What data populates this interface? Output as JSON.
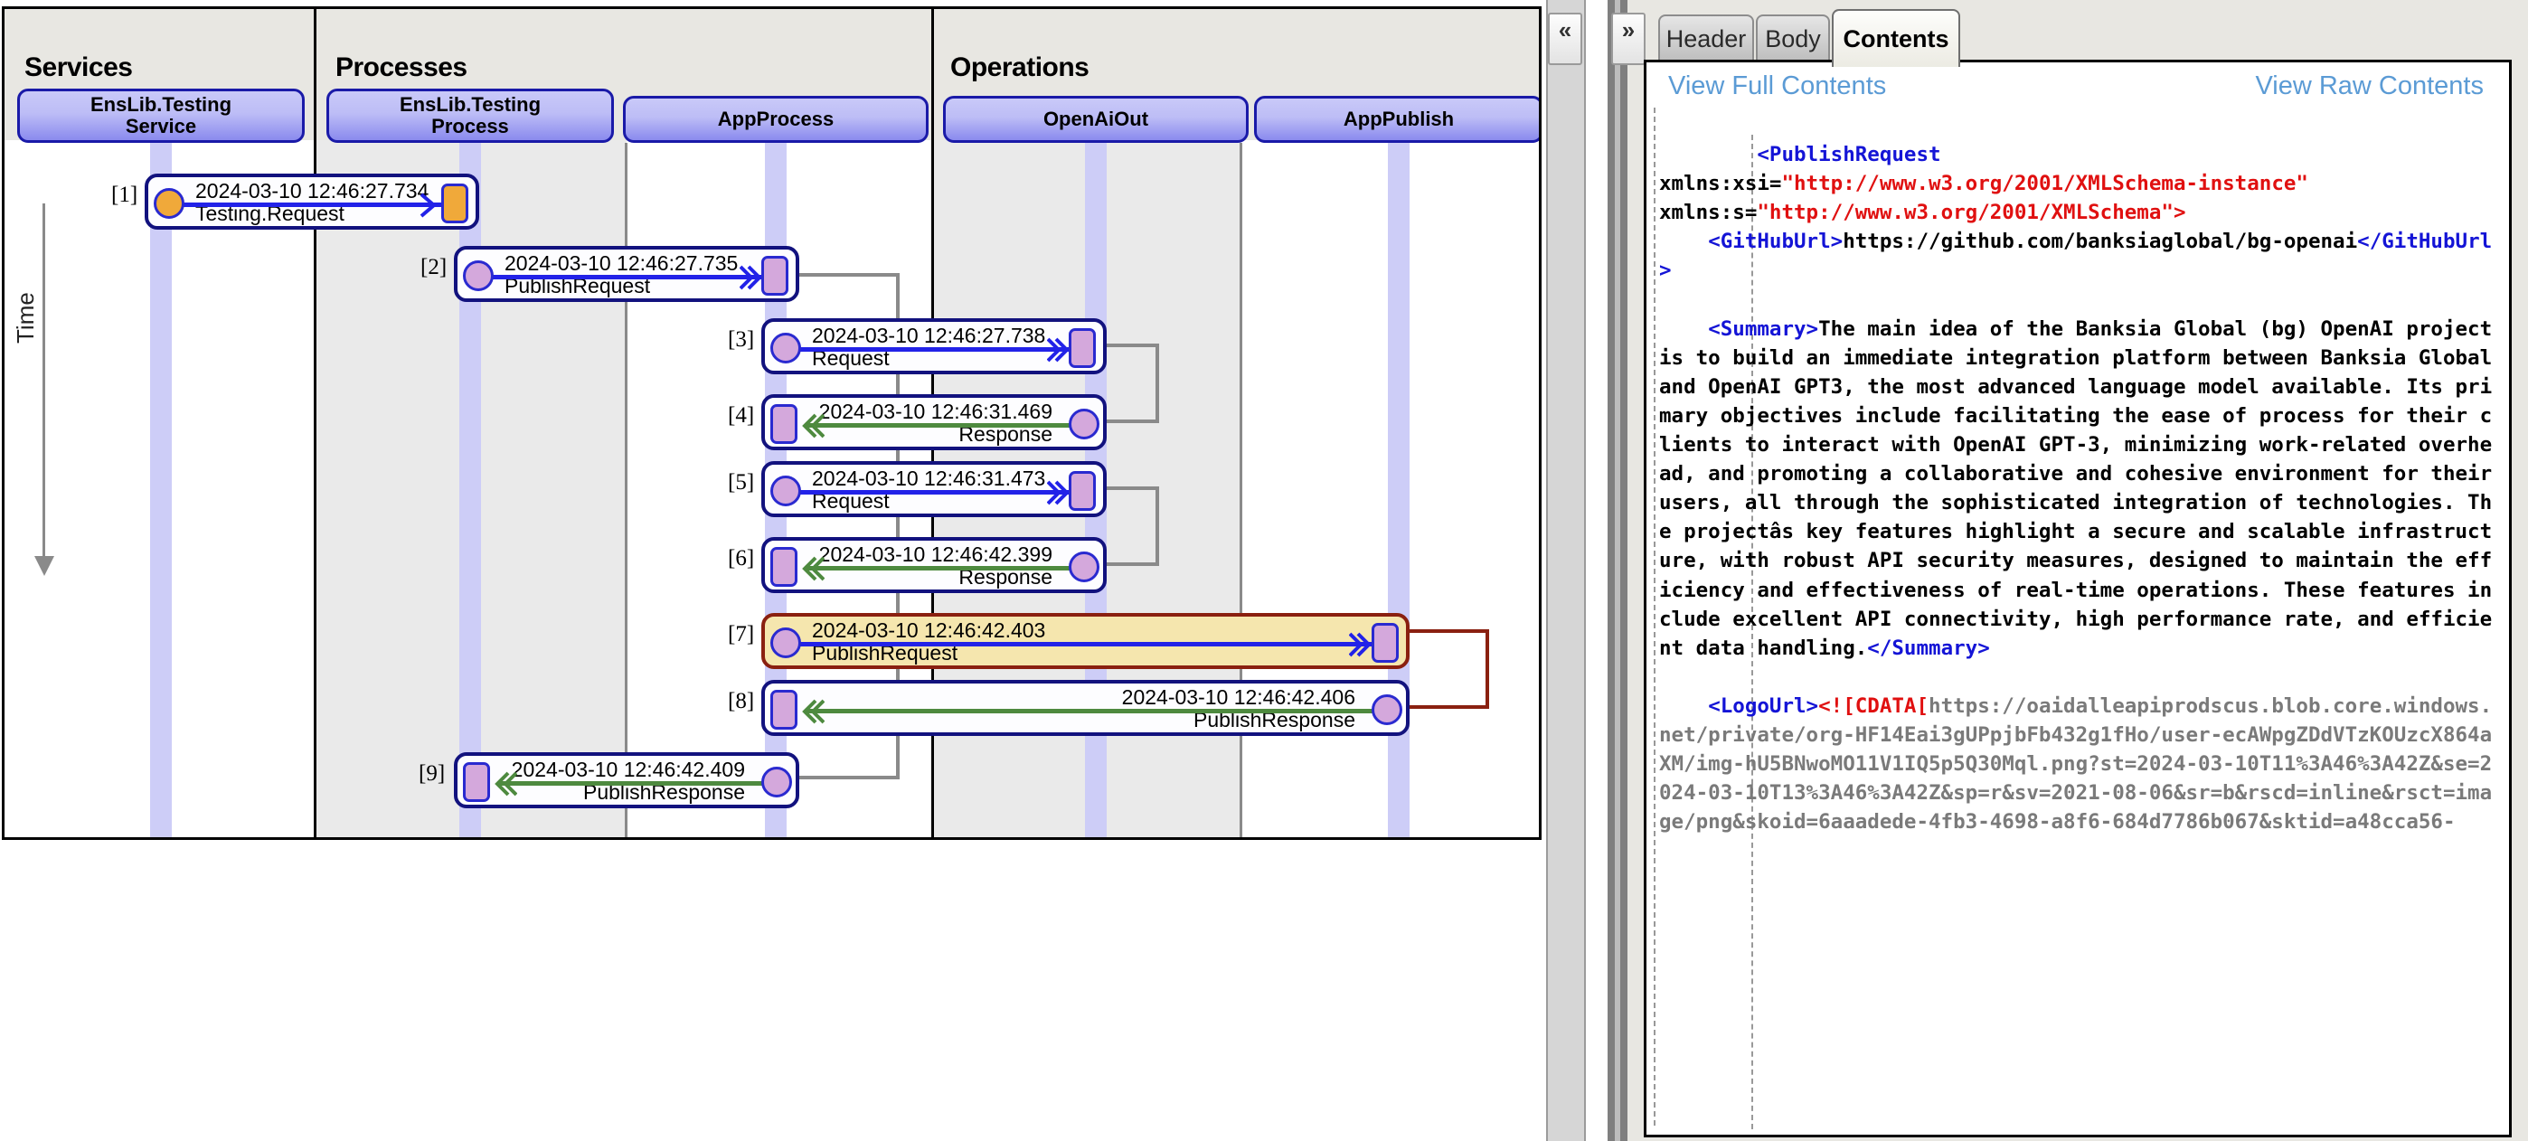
{
  "window": {
    "collapse_left_label": "«",
    "collapse_right_label": "»"
  },
  "trace": {
    "time_axis_label": "Time",
    "categories": [
      {
        "name": "Services",
        "title": "Services"
      },
      {
        "name": "Processes",
        "title": "Processes"
      },
      {
        "name": "Operations",
        "title": "Operations"
      }
    ],
    "lanes": [
      {
        "label": "EnsLib.Testing\nService",
        "line1": "EnsLib.Testing",
        "line2": "Service",
        "category": "Services"
      },
      {
        "label": "EnsLib.Testing\nProcess",
        "line1": "EnsLib.Testing",
        "line2": "Process",
        "category": "Processes"
      },
      {
        "label": "AppProcess",
        "line1": "AppProcess",
        "line2": "",
        "category": "Processes"
      },
      {
        "label": "OpenAiOut",
        "line1": "OpenAiOut",
        "line2": "",
        "category": "Operations"
      },
      {
        "label": "AppPublish",
        "line1": "AppPublish",
        "line2": "",
        "category": "Operations"
      }
    ],
    "messages": [
      {
        "index": "[1]",
        "timestamp": "2024-03-10 12:46:27.734",
        "name": "Testing.Request",
        "direction": "request",
        "highlight": false
      },
      {
        "index": "[2]",
        "timestamp": "2024-03-10 12:46:27.735",
        "name": "PublishRequest",
        "direction": "request",
        "highlight": false
      },
      {
        "index": "[3]",
        "timestamp": "2024-03-10 12:46:27.738",
        "name": "Request",
        "direction": "request",
        "highlight": false
      },
      {
        "index": "[4]",
        "timestamp": "2024-03-10 12:46:31.469",
        "name": "Response",
        "direction": "response",
        "highlight": false
      },
      {
        "index": "[5]",
        "timestamp": "2024-03-10 12:46:31.473",
        "name": "Request",
        "direction": "request",
        "highlight": false
      },
      {
        "index": "[6]",
        "timestamp": "2024-03-10 12:46:42.399",
        "name": "Response",
        "direction": "response",
        "highlight": false
      },
      {
        "index": "[7]",
        "timestamp": "2024-03-10 12:46:42.403",
        "name": "PublishRequest",
        "direction": "request",
        "highlight": true
      },
      {
        "index": "[8]",
        "timestamp": "2024-03-10 12:46:42.406",
        "name": "PublishResponse",
        "direction": "response",
        "highlight": false
      },
      {
        "index": "[9]",
        "timestamp": "2024-03-10 12:46:42.409",
        "name": "PublishResponse",
        "direction": "response",
        "highlight": false
      }
    ],
    "colors": {
      "lane_border": "#1a1aa8",
      "request_arrow": "#2222e8",
      "response_arrow": "#4e8a3f",
      "highlight_border": "#8a2010",
      "highlight_fill": "#f5e6ae",
      "node_orange": "#f0a93a",
      "node_violet": "#d4a8dc"
    }
  },
  "inspector": {
    "tabs": [
      {
        "label": "Header",
        "active": false
      },
      {
        "label": "Body",
        "active": false
      },
      {
        "label": "Contents",
        "active": true
      }
    ],
    "links": {
      "full": "View Full Contents",
      "raw": "View Raw Contents"
    },
    "xml": {
      "root_open": "<PublishRequest",
      "ns_xsi_attr": "xmlns:xsi=",
      "ns_xsi_value": "\"http://www.w3.org/2001/XMLSchema-instance\"",
      "ns_s_attr": "xmlns:s=",
      "ns_s_value": "\"http://www.w3.org/2001/XMLSchema\">",
      "github_tag_open": "<GitHubUrl>",
      "github_value": "https://github.com/banksiaglobal/bg-openai",
      "github_tag_close": "</GitHubUrl>",
      "summary_tag_open": "<Summary>",
      "summary_text": "The main idea of the Banksia Global (bg) OpenAI project is to build an immediate integration platform between Banksia Global and OpenAI GPT3, the most advanced language model available. Its primary objectives include facilitating the ease of process for their clients to interact with OpenAI GPT-3, minimizing work-related overhead, and promoting a collaborative and cohesive environment for their users, all through the sophisticated integration of technologies. The projectâs key features highlight a secure and scalable infrastructure, with robust API security measures, designed to maintain the efficiency and effectiveness of real-time operations. These features include excellent API connectivity, high performance rate, and efficient data handling.",
      "summary_tag_close": "</Summary>",
      "logo_tag_open": "<LogoUrl>",
      "cdata_open": "<![CDATA[",
      "logo_value": "https://oaidalleapiprodscus.blob.core.windows.net/private/org-HF14Eai3gUPpjbFb432g1fHo/user-ecAWpgZDdVTzKOUzcX864aXM/img-hU5BNwoMO11V1IQ5p5Q30Mql.png?st=2024-03-10T11%3A46%3A42Z&se=2024-03-10T13%3A46%3A42Z&sp=r&sv=2021-08-06&sr=b&rscd=inline&rsct=image/png&skoid=6aaadede-4fb3-4698-a8f6-684d7786b067&sktid=a48cca56-"
    }
  }
}
